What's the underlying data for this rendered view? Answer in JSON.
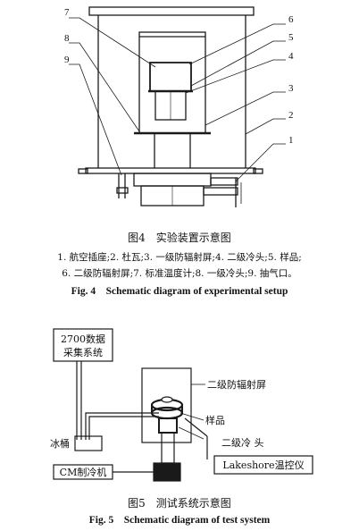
{
  "figure4": {
    "callouts": [
      "1",
      "2",
      "3",
      "4",
      "5",
      "6",
      "7",
      "8",
      "9"
    ],
    "caption_cn": "图4　实验装置示意图",
    "legend_line1": "1. 航空插座;2. 杜瓦;3. 一级防辐射屏;4. 二级冷头;5. 样品;",
    "legend_line2": "6. 二级防辐射屏;7. 标准温度计;8. 一级冷头;9. 抽气口。",
    "caption_en": "Fig. 4　Schematic diagram of experimental setup"
  },
  "figure5": {
    "daq_line1": "2700数据",
    "daq_line2": "采集系统",
    "ice_bucket": "冰桶",
    "cryocooler": "CM制冷机",
    "radiation_shield_2": "二级防辐射屏",
    "sample": "样品",
    "cold_head_2": "二级冷 头",
    "controller": "Lakeshore温控仪",
    "caption_cn": "图5　测试系统示意图",
    "caption_en": "Fig. 5　Schematic diagram of test system"
  }
}
